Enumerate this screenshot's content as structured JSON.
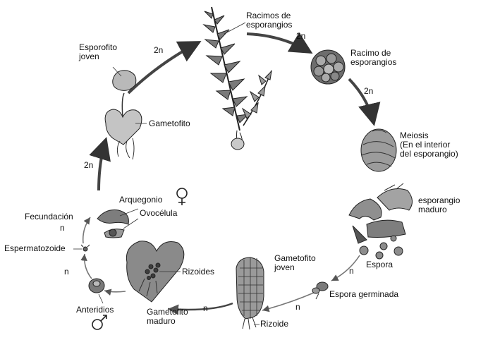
{
  "labels": {
    "racimos_de_esporangios": [
      "Racimos de",
      "esporangios"
    ],
    "racimo_de_esporangios": [
      "Racimo de",
      "esporangios"
    ],
    "meiosis": [
      "Meiosis",
      "(En el interior",
      "del esporangio)"
    ],
    "esporangio_maduro": [
      "esporangio",
      "maduro"
    ],
    "espora": "Espora",
    "espora_germinada": "Espora germinada",
    "gametofito_joven": [
      "Gametofito",
      "joven"
    ],
    "rizoide": "Rizoide",
    "gametofito_maduro": [
      "Gametofito",
      "maduro"
    ],
    "rizoides": "Rizoides",
    "anteridios": "Anteridios",
    "espermatozoide": "Espermatozoide",
    "fecundacion": "Fecundación",
    "arquegonio": "Arquegonio",
    "ovocelula": "Ovocélula",
    "gametofito": "Gametofito",
    "esporofito_joven": [
      "Esporofito",
      "joven"
    ]
  },
  "ploidy": {
    "top_left": "2n",
    "top_right": "2n",
    "right_upper": "2n",
    "left": "2n",
    "espora": "n",
    "espora_germinada": "n",
    "bottom": "n",
    "anteridios": "n",
    "fecundacion": "n"
  },
  "symbols": {
    "female": "female-symbol",
    "male": "male-symbol"
  },
  "colors": {
    "ink": "#111111",
    "arrow": "#444444",
    "fill_light": "#c9c9c9",
    "fill_mid": "#8a8a8a",
    "fill_dark": "#3a3a3a"
  }
}
